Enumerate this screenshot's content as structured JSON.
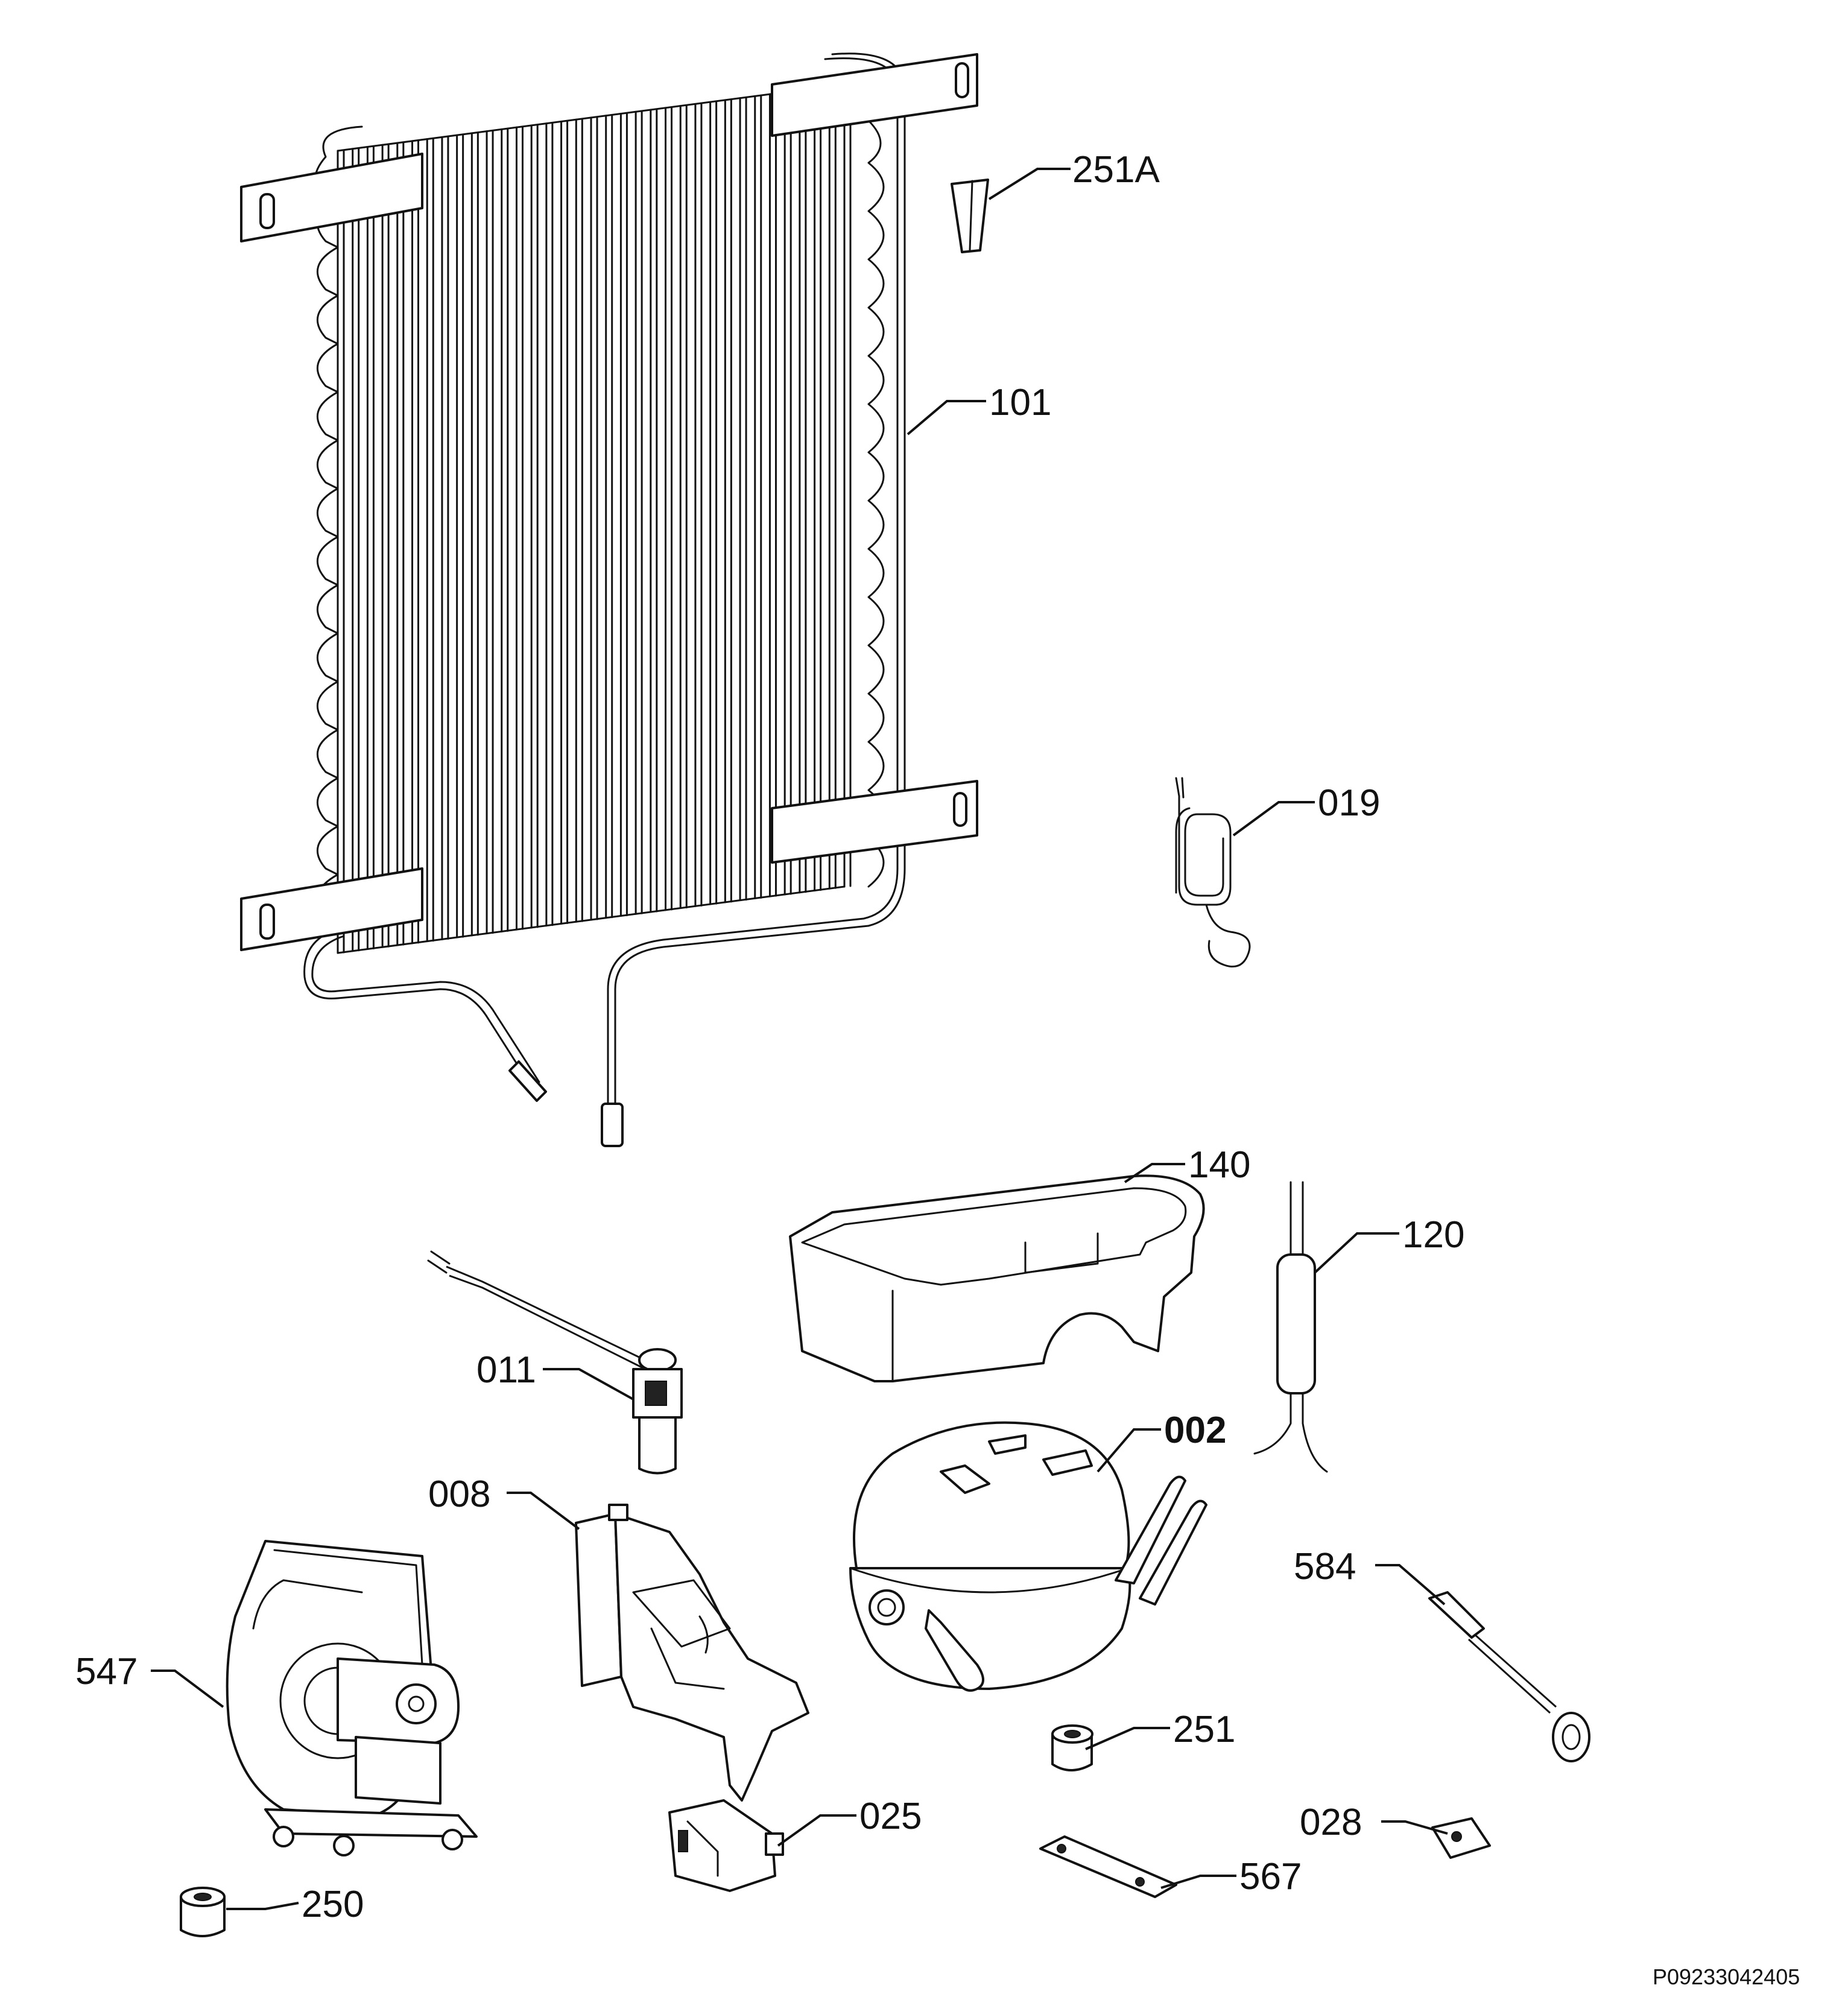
{
  "labels": {
    "p251A": "251A",
    "p101": "101",
    "p019": "019",
    "p140": "140",
    "p120": "120",
    "p011": "011",
    "p002": "002",
    "p008": "008",
    "p584": "584",
    "p547": "547",
    "p251": "251",
    "p025": "025",
    "p028": "028",
    "p567": "567",
    "p250": "250"
  },
  "drawing_number": "P09233042405"
}
